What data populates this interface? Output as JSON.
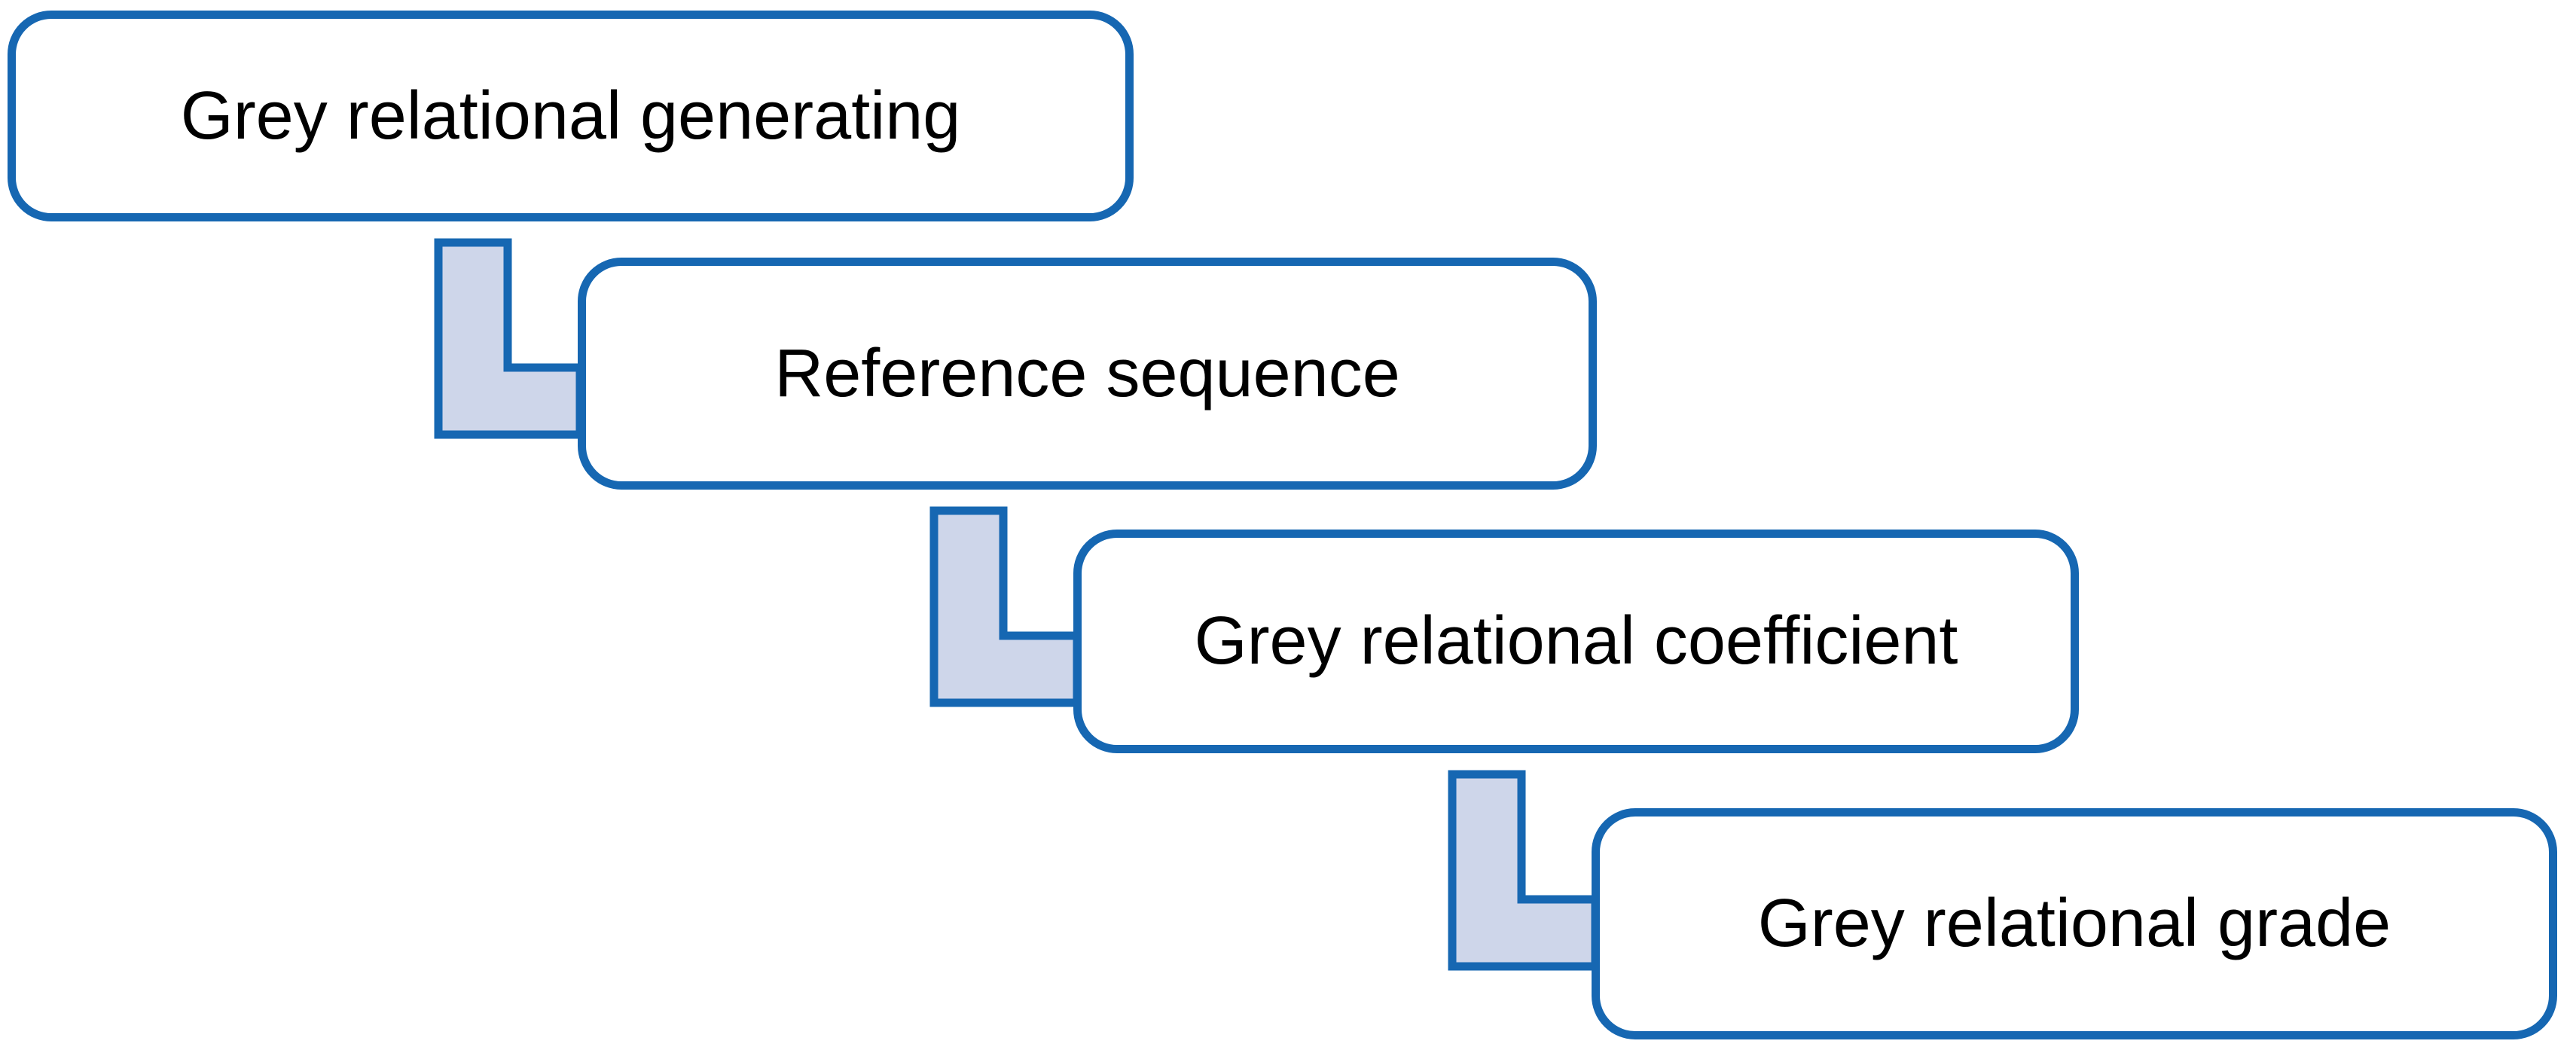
{
  "diagram": {
    "type": "step-down-process",
    "steps": [
      {
        "id": 1,
        "label": "Grey relational generating"
      },
      {
        "id": 2,
        "label": "Reference sequence"
      },
      {
        "id": 3,
        "label": "Grey relational coefficient"
      },
      {
        "id": 4,
        "label": "Grey relational grade"
      }
    ],
    "connections": [
      {
        "from": 1,
        "to": 2
      },
      {
        "from": 2,
        "to": 3
      },
      {
        "from": 3,
        "to": 4
      }
    ],
    "colors": {
      "box_border": "#1667B2",
      "box_fill": "#FFFFFF",
      "connector_fill": "#CED6EA",
      "connector_border": "#1667B2",
      "text": "#000000",
      "background": "#FFFFFF"
    }
  }
}
